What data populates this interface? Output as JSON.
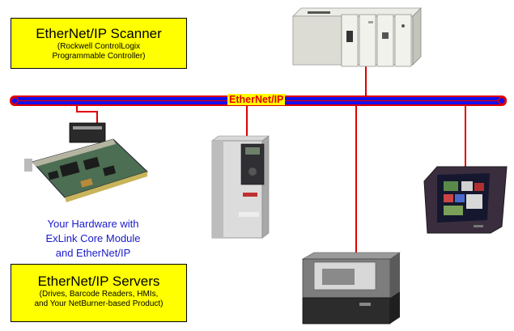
{
  "scanner": {
    "title": "EtherNet/IP Scanner",
    "subtitle_line1": "(Rockwell ControlLogix",
    "subtitle_line2": "Programmable Controller)"
  },
  "network": {
    "label": "EtherNet/IP"
  },
  "hardware_caption": {
    "line1": "Your Hardware with",
    "line2": "ExLink Core Module",
    "line3": "and EtherNet/IP"
  },
  "servers": {
    "title": "EtherNet/IP Servers",
    "line1": "(Drives, Barcode Readers, HMIs,",
    "line2": "and Your NetBurner-based Product)"
  },
  "colors": {
    "bus_blue": "#1010ee",
    "bus_red": "#e00000",
    "label_yellow": "#ffff00",
    "caption_blue": "#1a1acc"
  },
  "icons": [
    "plc-device-image",
    "netburner-board-image",
    "powerflex-drive-image",
    "barcode-reader-image",
    "hmi-panel-image"
  ]
}
